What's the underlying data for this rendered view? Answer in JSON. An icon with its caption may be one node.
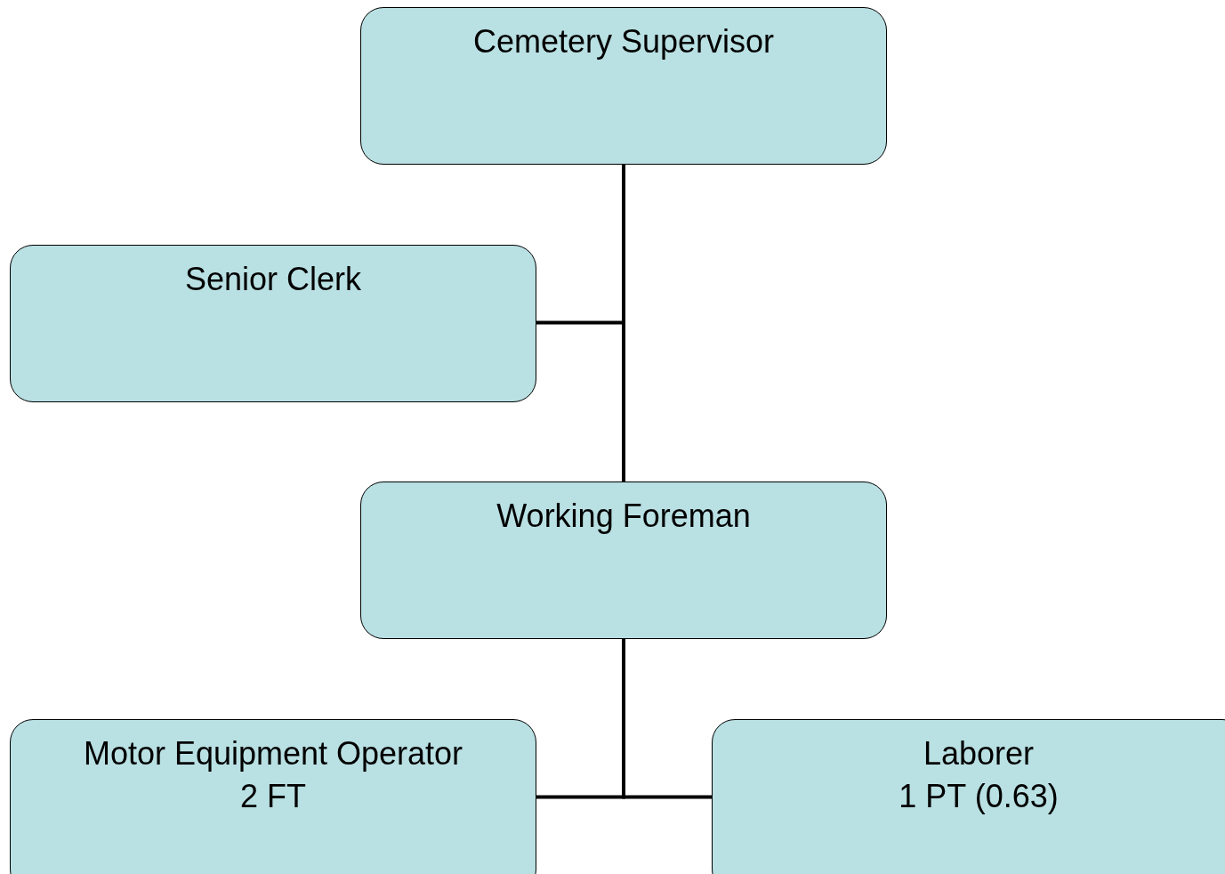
{
  "diagram": {
    "nodes": [
      {
        "text": [
          "Cemetery Supervisor"
        ]
      },
      {
        "text": [
          "Senior Clerk"
        ]
      },
      {
        "text": [
          "Working Foreman"
        ]
      },
      {
        "text": [
          "Motor Equipment Operator",
          "2 FT"
        ]
      },
      {
        "text": [
          "Laborer",
          "1 PT (0.63)"
        ]
      }
    ],
    "edges": [
      {
        "from": 0,
        "to": 2,
        "arrow": "none"
      },
      {
        "from": 0,
        "to": 1,
        "arrow": "none"
      },
      {
        "from": 2,
        "to": 3,
        "arrow": "none"
      },
      {
        "from": 2,
        "to": 4,
        "arrow": "none"
      }
    ]
  }
}
